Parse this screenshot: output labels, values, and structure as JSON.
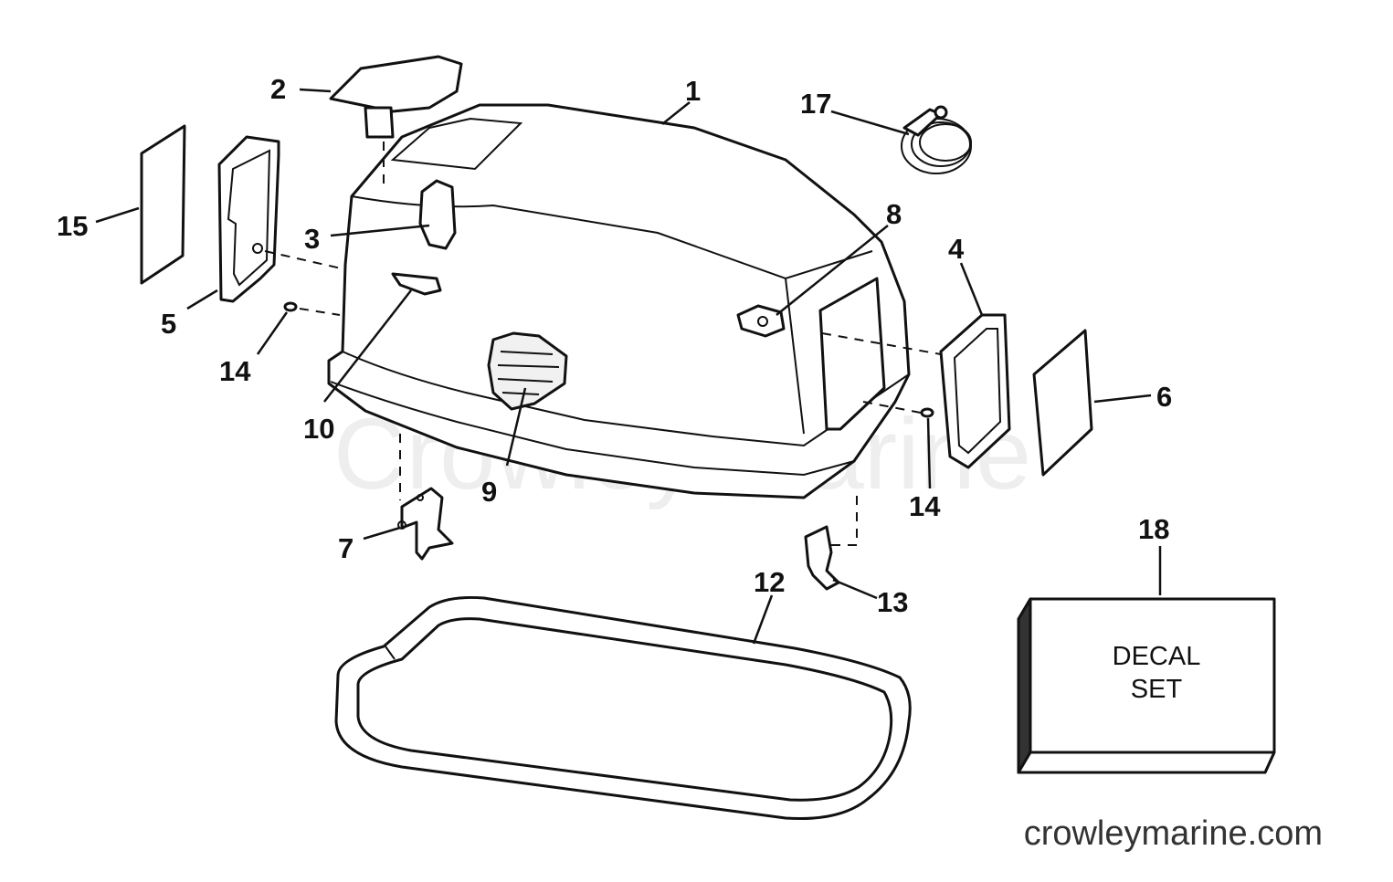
{
  "watermark": "Crowley Marine",
  "footer_url": "crowleymarine.com",
  "decal_box": {
    "line1": "DECAL",
    "line2": "SET"
  },
  "callouts": {
    "c1": "1",
    "c2": "2",
    "c3": "3",
    "c4": "4",
    "c5": "5",
    "c6": "6",
    "c7": "7",
    "c8": "8",
    "c9": "9",
    "c10": "10",
    "c12": "12",
    "c13": "13",
    "c14a": "14",
    "c14b": "14",
    "c15": "15",
    "c17": "17",
    "c18": "18"
  }
}
